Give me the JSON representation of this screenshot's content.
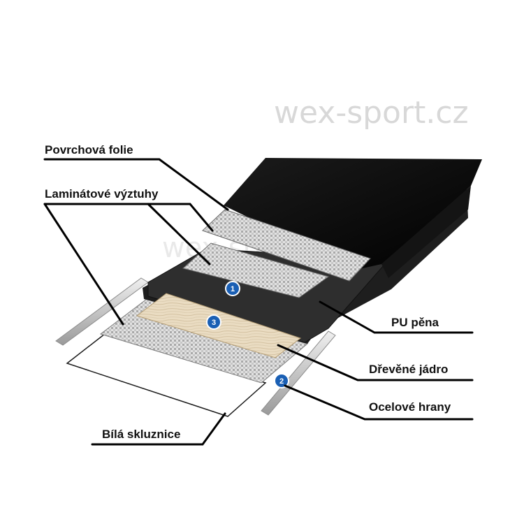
{
  "watermark": {
    "text": "wex-sport.cz"
  },
  "labels": {
    "surface_foil": "Povrchová folie",
    "laminate": "Laminátové výztuhy",
    "pu_foam": "PU pěna",
    "wood_core": "Dřevěné jádro",
    "steel_edges": "Ocelové hrany",
    "base": "Bílá skluznice"
  },
  "badges": {
    "b1": "1",
    "b2": "2",
    "b3": "3"
  },
  "colors": {
    "badge": "#1a5fb4",
    "topsheet": "#0a0a0a",
    "foam": "#2b2b2b",
    "wood": "#e9dcc4",
    "laminate": "#c9c9c9",
    "steel": "#bdbdbd"
  }
}
